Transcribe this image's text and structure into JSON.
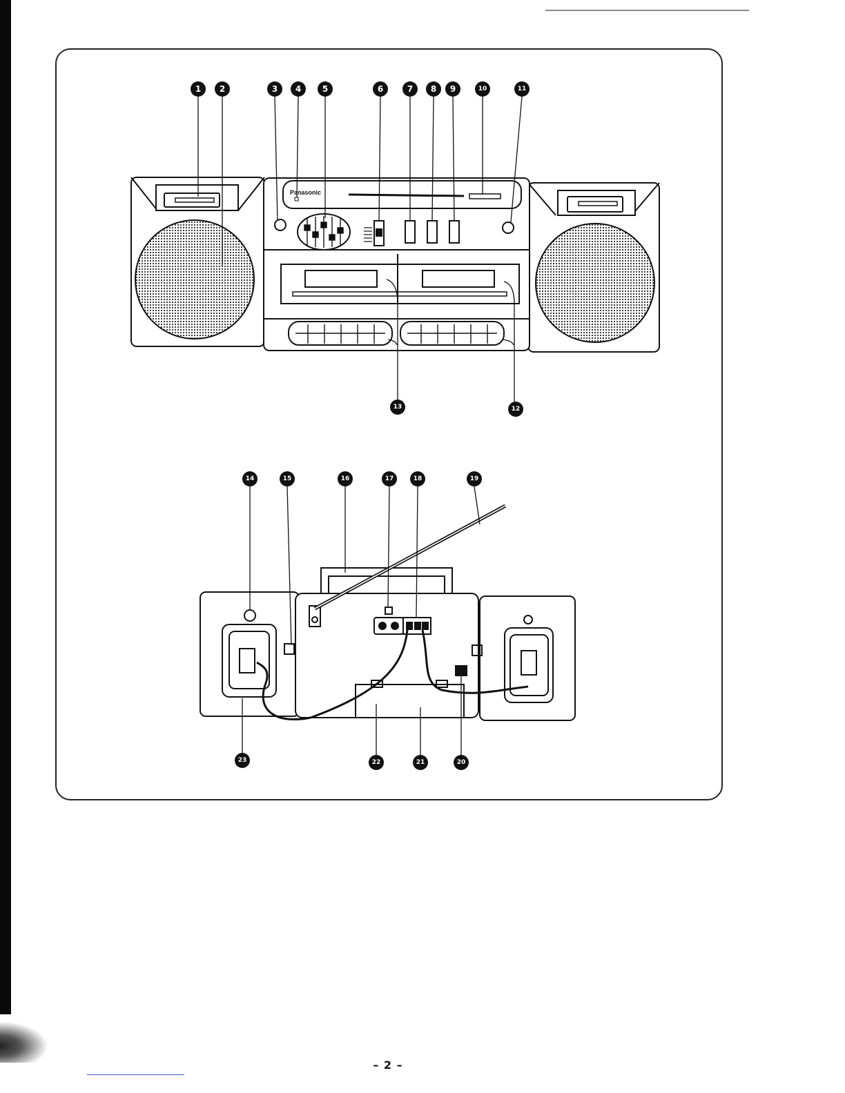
{
  "front_view": {
    "brand_label": "Panasonic",
    "callouts": [
      "1",
      "2",
      "3",
      "4",
      "5",
      "6",
      "7",
      "8",
      "9",
      "10",
      "11",
      "12",
      "13"
    ]
  },
  "rear_view": {
    "callouts": [
      "14",
      "15",
      "16",
      "17",
      "18",
      "19",
      "20",
      "21",
      "22",
      "23"
    ]
  },
  "footer": {
    "page_number": "– 2 –"
  }
}
